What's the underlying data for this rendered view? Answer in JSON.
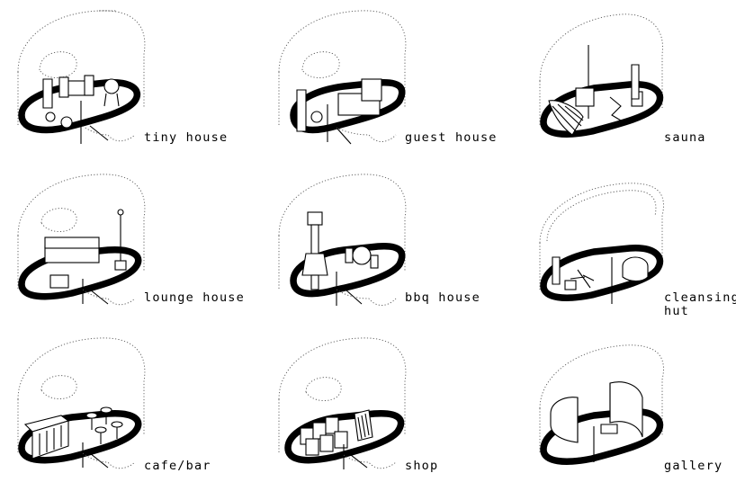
{
  "diagram": {
    "modules": [
      {
        "label": "tiny house"
      },
      {
        "label": "guest house"
      },
      {
        "label": "sauna"
      },
      {
        "label": "lounge house"
      },
      {
        "label": "bbq house"
      },
      {
        "label": "cleansing",
        "label2": "hut"
      },
      {
        "label": "cafe/bar"
      },
      {
        "label": "shop"
      },
      {
        "label": "gallery"
      }
    ],
    "colors": {
      "stroke": "#000000",
      "dotted": "#555555",
      "background": "#ffffff"
    }
  }
}
